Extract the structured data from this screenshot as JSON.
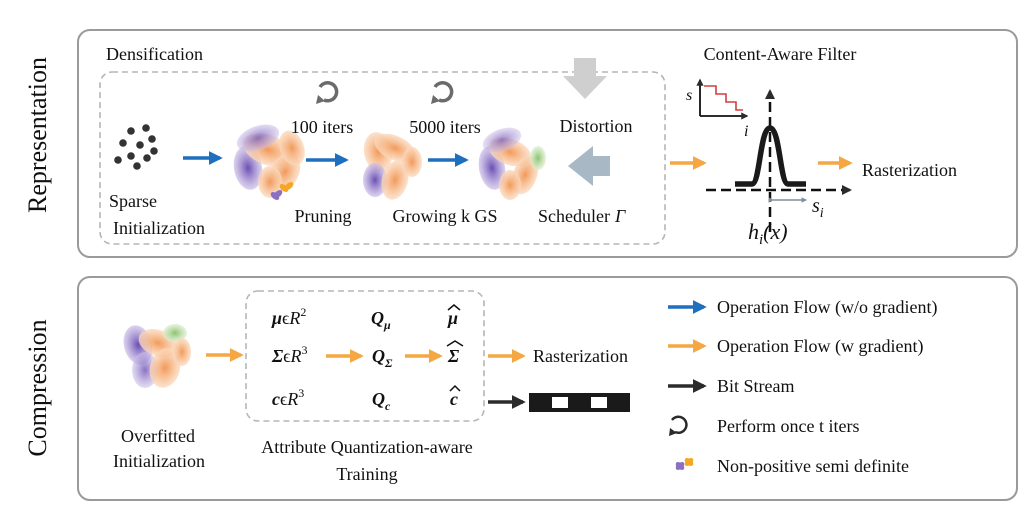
{
  "sections": {
    "representation_label": "Representation",
    "compression_label": "Compression"
  },
  "representation": {
    "densification_label": "Densification",
    "sparse_init": [
      "Sparse",
      "Initialization"
    ],
    "iters_100": "100 iters",
    "iters_5000": "5000 iters",
    "pruning": "Pruning",
    "growing": "Growing k GS",
    "distortion": "Distortion",
    "scheduler": "Scheduler",
    "scheduler_symbol": "Γ",
    "content_filter_title": "Content-Aware Filter",
    "axis_s": "s",
    "axis_i": "i",
    "filter_width": "s",
    "filter_width_sub": "i",
    "filter_fn": "h",
    "filter_fn_sub": "i",
    "filter_fn_arg": "(x)",
    "rasterization": "Rasterization"
  },
  "compression": {
    "overfitted_init": [
      "Overfitted",
      "Initialization"
    ],
    "attrs": [
      {
        "symbol": "μ",
        "space": "R",
        "exp": "2",
        "quant": "Q",
        "quant_sub": "μ",
        "hat": "μ"
      },
      {
        "symbol": "Σ",
        "space": "R",
        "exp": "3",
        "quant": "Q",
        "quant_sub": "Σ",
        "hat": "Σ"
      },
      {
        "symbol": "c",
        "space": "R",
        "exp": "3",
        "quant": "Q",
        "quant_sub": "c",
        "hat": "c"
      }
    ],
    "element_of": "ϵ",
    "aqt_label": [
      "Attribute Quantization-aware",
      "Training"
    ],
    "rasterization": "Rasterization"
  },
  "legend": [
    {
      "label": "Operation Flow (w/o gradient)",
      "icon": "blue-arrow-icon",
      "color": "#1f6fbf"
    },
    {
      "label": "Operation Flow (w gradient)",
      "icon": "orange-arrow-icon",
      "color": "#f4a742"
    },
    {
      "label": "Bit Stream",
      "icon": "black-arrow-icon",
      "color": "#2b2b2b"
    },
    {
      "label": "Perform once t iters",
      "icon": "loop-arrow-icon",
      "color": "#2b2b2b"
    },
    {
      "label": "Non-positive semi definite",
      "icon": "degenerate-gaussian-icon",
      "color": "#8a6fc4"
    }
  ],
  "colors": {
    "blue": "#1f6fbf",
    "orange": "#f4a742",
    "dark": "#2b2b2b",
    "purple": "#8a6fc4",
    "peach": "#f5b583",
    "green": "#a9d18e",
    "gray_panel": "#9a9a9a",
    "gray_arrow": "#c9c9c9",
    "steel_arrow": "#a8b8c4"
  }
}
